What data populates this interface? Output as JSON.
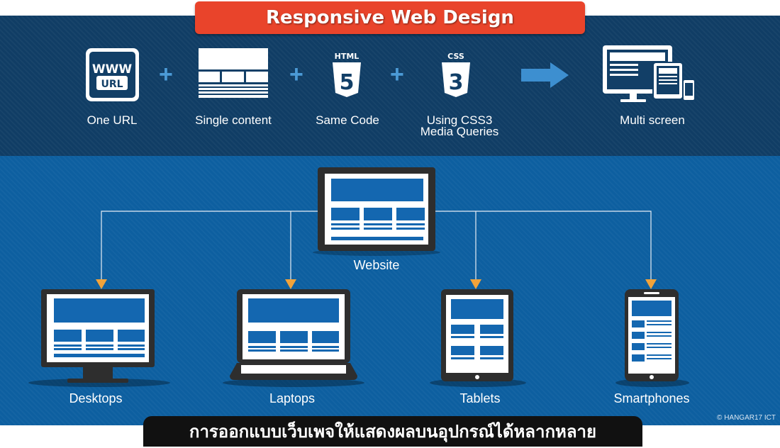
{
  "title": "Responsive Web Design",
  "top_items": [
    {
      "id": "one-url",
      "label": "One URL",
      "icon": "url-icon",
      "icon_text_top": "WWW",
      "icon_text_bottom": "URL"
    },
    {
      "id": "single-content",
      "label": "Single content",
      "icon": "content-layout-icon"
    },
    {
      "id": "same-code",
      "label": "Same Code",
      "icon": "html5-icon",
      "icon_caption": "HTML",
      "icon_digit": "5"
    },
    {
      "id": "css3",
      "label_line1": "Using CSS3",
      "label_line2": "Media Queries",
      "icon": "css3-icon",
      "icon_caption": "CSS",
      "icon_digit": "3"
    },
    {
      "id": "multi-screen",
      "label": "Multi screen",
      "icon": "multi-screen-icon"
    }
  ],
  "plus_sign": "+",
  "website_label": "Website",
  "devices": [
    {
      "id": "desktops",
      "label": "Desktops",
      "icon": "desktop-icon"
    },
    {
      "id": "laptops",
      "label": "Laptops",
      "icon": "laptop-icon"
    },
    {
      "id": "tablets",
      "label": "Tablets",
      "icon": "tablet-icon"
    },
    {
      "id": "smartphones",
      "label": "Smartphones",
      "icon": "smartphone-icon"
    }
  ],
  "copyright": "© HANGAR17 ICT",
  "thai_caption": "การออกแบบเว็บเพจให้แสดงผลบนอุปกรณ์ได้หลากหลาย",
  "colors": {
    "top_band": "#103d65",
    "bottom_band": "#0d5fa0",
    "title_bg": "#e9442b",
    "accent_blue": "#1467b0",
    "arrow_orange": "#f2a33a",
    "plus_blue": "#4b9ad6",
    "device_frame": "#2e2e2e"
  }
}
